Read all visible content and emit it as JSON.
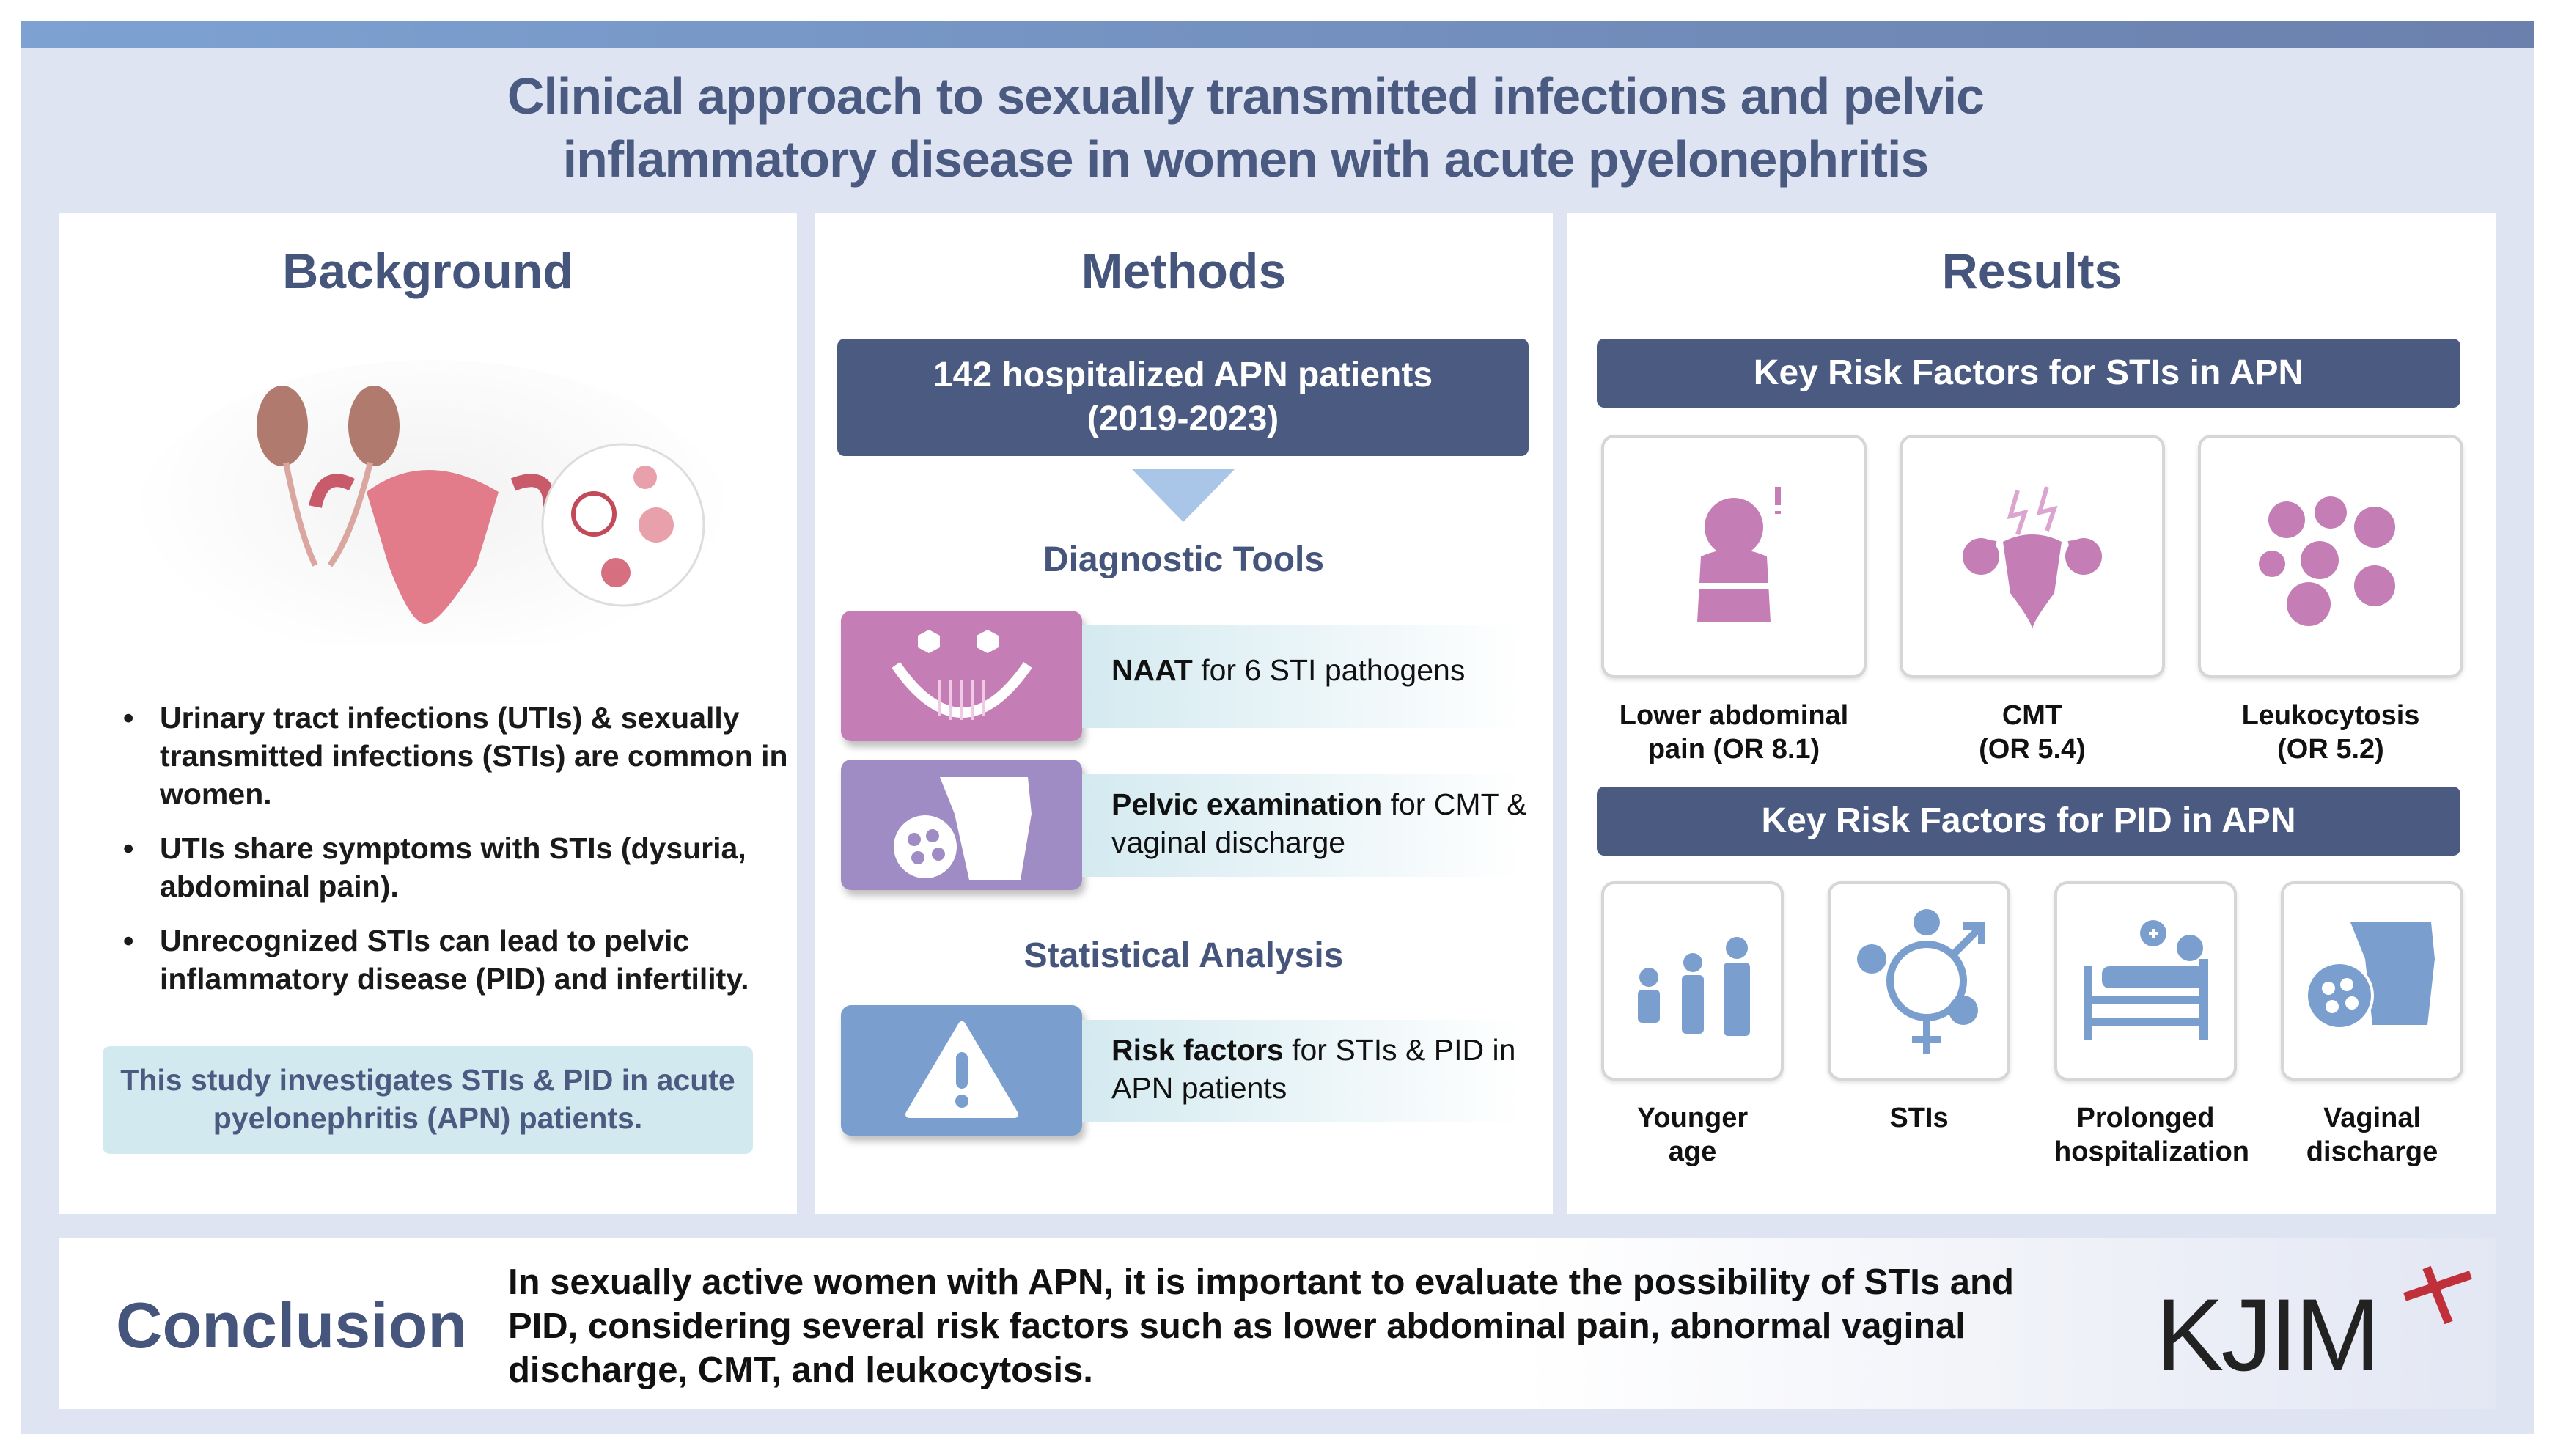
{
  "title": {
    "line1": "Clinical approach to sexually transmitted infections and pelvic",
    "line2": "inflammatory disease in women with acute pyelonephritis"
  },
  "background": {
    "heading": "Background",
    "bullets": [
      "Urinary tract infections (UTIs) & sexually transmitted infections (STIs) are common in women.",
      "UTIs share symptoms with STIs (dysuria, abdominal pain).",
      "Unrecognized STIs can lead to pelvic inflammatory disease (PID) and infertility."
    ],
    "study": "This study investigates STIs & PID in acute pyelonephritis (APN) patients."
  },
  "methods": {
    "heading": "Methods",
    "cohort_line1": "142 hospitalized APN patients",
    "cohort_line2": "(2019-2023)",
    "diagnostic_heading": "Diagnostic Tools",
    "tools": [
      {
        "bold": "NAAT",
        "rest": " for 6 STI pathogens"
      },
      {
        "bold": "Pelvic examination",
        "rest": " for CMT & vaginal discharge"
      }
    ],
    "stat_heading": "Statistical Analysis",
    "stat": {
      "bold": "Risk factors",
      "rest": " for STIs & PID in APN patients"
    }
  },
  "results": {
    "heading": "Results",
    "sti_header": "Key Risk Factors for STIs in APN",
    "sti_factors": [
      {
        "l1": "Lower abdominal",
        "l2": "pain (OR 8.1)"
      },
      {
        "l1": "CMT",
        "l2": "(OR 5.4)"
      },
      {
        "l1": "Leukocytosis",
        "l2": "(OR 5.2)"
      }
    ],
    "pid_header": "Key Risk Factors for PID in APN",
    "pid_factors": [
      {
        "l1": "Younger",
        "l2": "age"
      },
      {
        "l1": "STIs",
        "l2": ""
      },
      {
        "l1": "Prolonged",
        "l2": "hospitalization"
      },
      {
        "l1": "Vaginal",
        "l2": "discharge"
      }
    ]
  },
  "conclusion": {
    "label": "Conclusion",
    "text": "In sexually active women with APN, it is important to evaluate the possibility of STIs and PID, considering several risk factors such as lower abdominal pain, abnormal vaginal discharge, CMT, and leukocytosis.",
    "logo": "KJIM"
  },
  "colors": {
    "navy": "#4a5a80",
    "pink": "#c47db5",
    "purple": "#9f8cc4",
    "blue": "#7a9fcf"
  }
}
